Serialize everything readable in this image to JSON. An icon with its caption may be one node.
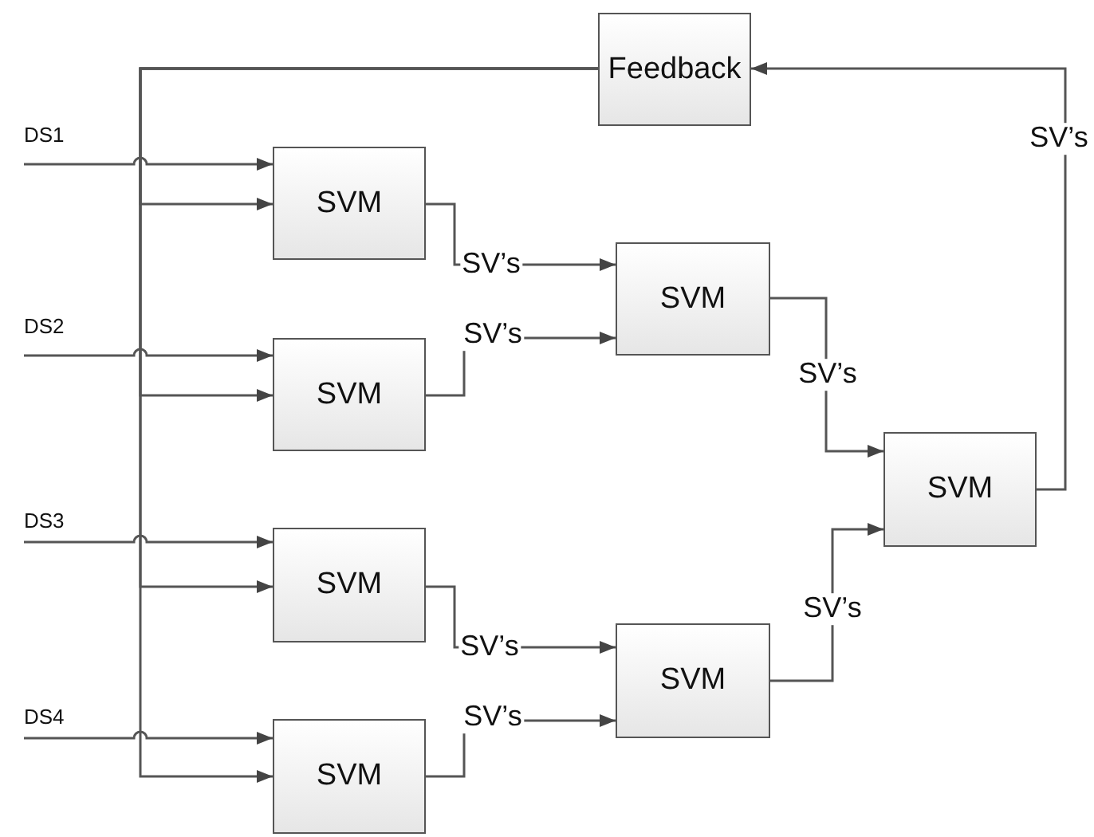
{
  "diagram": {
    "nodes": [
      {
        "text": [
          "Feedback"
        ]
      },
      {
        "text": [
          "DS1"
        ]
      },
      {
        "text": [
          "SVM"
        ]
      },
      {
        "text": [
          "SVM"
        ]
      },
      {
        "text": [
          "DS2"
        ]
      },
      {
        "text": [
          "SVM"
        ]
      },
      {
        "text": [
          "SVM"
        ]
      },
      {
        "text": [
          "DS3"
        ]
      },
      {
        "text": [
          "SVM"
        ]
      },
      {
        "text": [
          "SVM"
        ]
      },
      {
        "text": [
          "DS4"
        ]
      },
      {
        "text": [
          "SVM"
        ]
      }
    ],
    "edges": [
      {
        "from": 1,
        "to": 2,
        "arrow": "to"
      },
      {
        "from": 4,
        "to": 5,
        "arrow": "to"
      },
      {
        "from": 7,
        "to": 8,
        "arrow": "to"
      },
      {
        "from": 10,
        "to": 11,
        "arrow": "to"
      },
      {
        "from": 0,
        "to": 2,
        "arrow": "to"
      },
      {
        "from": 0,
        "to": 5,
        "arrow": "to"
      },
      {
        "from": 0,
        "to": 8,
        "arrow": "to"
      },
      {
        "from": 0,
        "to": 11,
        "arrow": "to"
      },
      {
        "from": 2,
        "to": 3,
        "label": "SV’s",
        "arrow": "to"
      },
      {
        "from": 5,
        "to": 3,
        "label": "SV’s",
        "arrow": "to"
      },
      {
        "from": 8,
        "to": 9,
        "label": "SV’s",
        "arrow": "to"
      },
      {
        "from": 11,
        "to": 9,
        "label": "SV’s",
        "arrow": "to"
      },
      {
        "from": 3,
        "to": 6,
        "label": "SV’s",
        "arrow": "to"
      },
      {
        "from": 9,
        "to": 6,
        "label": "SV’s",
        "arrow": "to"
      },
      {
        "from": 6,
        "to": 0,
        "label": "SV’s",
        "arrow": "to"
      }
    ]
  }
}
